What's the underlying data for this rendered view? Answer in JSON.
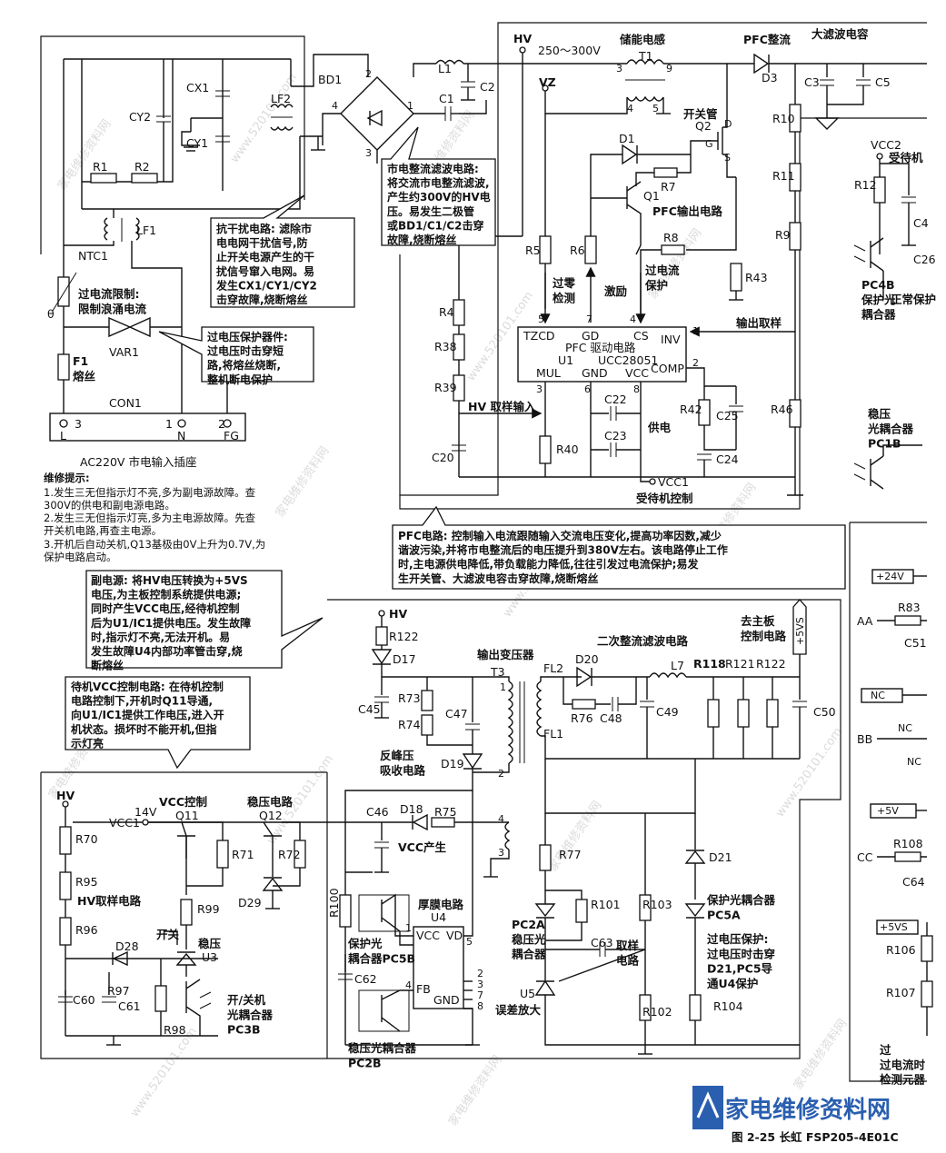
{
  "labels": {
    "hv_top": "HV",
    "hv_range": "250～300V",
    "storage_inductor": "储能电感",
    "t1": "T1",
    "pfc_rect": "PFC整流",
    "big_cap": "大滤波电容",
    "d3": "D3",
    "c3": "C3",
    "c5": "C5",
    "bd1": "BD1",
    "l1": "L1",
    "c1": "C1",
    "c2": "C2",
    "cx1": "CX1",
    "cy1": "CY1",
    "cy2": "CY2",
    "lf2": "LF2",
    "lf1": "LF1",
    "r1": "R1",
    "r2": "R2",
    "vz": "VZ",
    "switch_tube": "开关管",
    "q2": "Q2",
    "d1": "D1",
    "q1": "Q1",
    "r7": "R7",
    "r8": "R8",
    "pfc_out": "PFC输出电路",
    "r5": "R5",
    "r6": "R6",
    "r43": "R43",
    "zero_cross": "过零\n检测",
    "excite": "激励",
    "over_cur": "过电流\n保护",
    "out_sample": "输出取样",
    "r4": "R4",
    "r38": "R38",
    "r39": "R39",
    "r40": "R40",
    "r42": "R42",
    "r46": "R46",
    "r9": "R9",
    "r10": "R10",
    "r11": "R11",
    "c20": "C20",
    "c22": "C22",
    "c23": "C23",
    "c24": "C24",
    "c25": "C25",
    "hv_sample_in": "HV 取样输入",
    "supply": "供电",
    "vcc1": "VCC1",
    "standby_ctrl": "受待机控制",
    "vcc2": "VCC2",
    "standby_top": "受待机",
    "r12": "R12",
    "c4": "C4",
    "c26": "C26",
    "pc4b": "PC4B\n保护光\n耦合器",
    "normal_prot": "正常保护",
    "pc1b": "稳压\n光耦合器\nPC1B",
    "ntc1": "NTC1",
    "ntc_desc": "过电流限制:\n限制浪涌电流",
    "theta": "θ",
    "var1": "VAR1",
    "f1": "F1\n熔丝",
    "con1": "CON1",
    "pin_l": "L",
    "pin_n": "N",
    "pin_fg": "FG",
    "pin3": "3",
    "pin1": "1",
    "pin2": "2",
    "socket_title": "AC220V 市电输入插座",
    "plus24": "+24V",
    "aa": "AA",
    "r83": "R83",
    "c51": "C51",
    "nc_box": "NC",
    "bb": "BB",
    "nc1": "NC",
    "nc2": "NC",
    "plus5v": "+5V",
    "cc": "CC",
    "r108": "R108",
    "c64": "C64",
    "plus5vs_r": "+5VS",
    "r106": "R106",
    "r107": "R107",
    "over_cur_detect": "过\n过电流时\n检测元器",
    "hv_mid": "HV",
    "r122a": "R122",
    "d17": "D17",
    "c45": "C45",
    "r73": "R73",
    "r74": "R74",
    "c47": "C47",
    "out_trans": "输出变压器",
    "t3": "T3",
    "fl2": "FL2",
    "fl1": "FL1",
    "d20": "D20",
    "r76": "R76",
    "c48": "C48",
    "l7": "L7",
    "c49": "C49",
    "sec_rect": "二次整流滤波电路",
    "r118": "R118",
    "r121": "R121",
    "r122b": "R122",
    "to_main": "去主板\n控制电路",
    "plus5vs": "+5VS",
    "c50": "C50",
    "flyback": "反峰压\n吸收电路",
    "d19": "D19",
    "hv_left": "HV",
    "v14": "14V",
    "vcc_ctrl": "VCC控制",
    "q11": "Q11",
    "reg_circuit": "稳压电路",
    "q12": "Q12",
    "vcc1_left": "VCC1",
    "r70": "R70",
    "r71": "R71",
    "r72": "R72",
    "r95": "R95",
    "hv_sample_c": "HV取样电路",
    "d29": "D29",
    "r99": "R99",
    "r96": "R96",
    "on_off": "开关",
    "d28": "D28",
    "regulator": "稳压",
    "u3": "U3",
    "c60": "C60",
    "r97": "R97",
    "c61": "C61",
    "r98": "R98",
    "pc3b": "开/关机\n光耦合器\nPC3B",
    "c46": "C46",
    "d18": "D18",
    "r75": "R75",
    "vcc_gen": "VCC产生",
    "r100": "R100",
    "thick_film": "厚膜电路",
    "u4": "U4",
    "pc5b": "保护光\n耦合器PC5B",
    "c62": "C62",
    "pin_vcc": "VCC",
    "pin_vd": "VD",
    "pin_fb": "FB",
    "pin_gnd": "GND",
    "pc2b": "稳压光耦合器\nPC2B",
    "r77": "R77",
    "r101": "R101",
    "pc2a": "PC2A\n稳压光\n耦合器",
    "c63": "C63",
    "sampling": "取样\n电路",
    "u5": "U5",
    "err_amp": "误差放大",
    "r102": "R102",
    "r103": "R103",
    "d21": "D21",
    "pc5a": "保护光耦合器\nPC5A",
    "r104": "R104",
    "ovp_desc": "过电压保护:\n过电压时击穿\nD21,PC5导\n通U4保护",
    "figure_caption": "图 2-25  长虹 FSP205-4E01C",
    "brand_mark": "家电维修资料网"
  },
  "ic": {
    "u1_name": "PFC 驱动电路",
    "u1_ref": "U1",
    "u1_part": "UCC28051",
    "pins": {
      "tzcd": "TZCD",
      "gd": "GD",
      "cs": "CS",
      "inv": "INV",
      "mul": "MUL",
      "gnd": "GND",
      "vcc": "VCC",
      "comp": "COMP",
      "p5": "5",
      "p7": "7",
      "p4": "4",
      "p1": "1",
      "p3": "3",
      "p6": "6",
      "p8": "8",
      "p2": "2"
    }
  },
  "callouts": {
    "rectifier": "市电整流滤波电路:\n将交流市电整流滤波,\n产生约300V的HV电\n压。易发生二极管\n或BD1/C1/C2击穿\n故障,烧断熔丝",
    "emi": "抗干扰电路: 滤除市\n电电网干扰信号,防\n止开关电源产生的干\n扰信号窜入电网。易\n发生CX1/CY1/CY2\n击穿故障,烧断熔丝",
    "ovp_part": "过电压保护器件:\n过电压时击穿短\n路,将熔丝烧断,\n整机断电保护",
    "pfc": "PFC电路: 控制输入电流跟随输入交流电压变化,提高功率因数,减少\n谐波污染,并将市电整流后的电压提升到380V左右。该电路停止工作\n时,主电源供电降低,带负载能力降低,往往引发过电流保护;易发\n生开关管、大滤波电容击穿故障,烧断熔丝",
    "aux": "副电源: 将HV电压转换为+5VS\n电压,为主板控制系统提供电源;\n同时产生VCC电压,经待机控制\n后为U1/IC1提供电压。发生故障\n时,指示灯不亮,无法开机。易\n发生故障U4内部功率管击穿,烧\n断熔丝",
    "standby": "待机VCC控制电路: 在待机控制\n电路控制下,开机时Q11导通,\n向U1/IC1提供工作电压,进入开\n机状态。损坏时不能开机,但指\n示灯亮"
  },
  "repair": {
    "title": "维修提示:",
    "lines": [
      "1.发生三无但指示灯不亮,多为副电源故障。查",
      "300V的供电和副电源电路。",
      "2.发生三无但指示灯亮,多为主电源故障。先查",
      "开关机电路,再查主电源。",
      "3.开机后自动关机,Q13基极由0V上升为0.7V,为",
      "保护电路启动。"
    ]
  },
  "watermarks": [
    "家电维修资料网",
    "www.520101.com"
  ]
}
